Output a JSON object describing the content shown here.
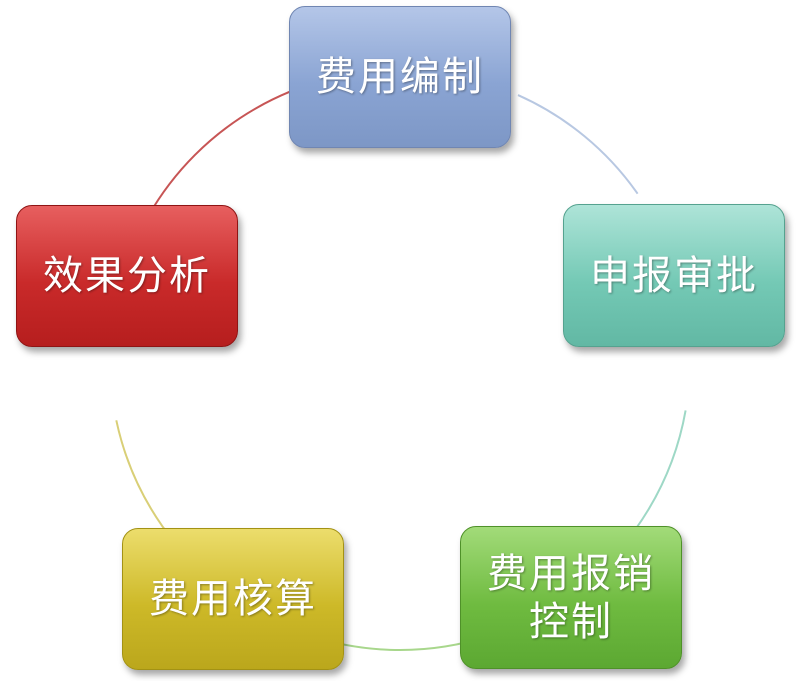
{
  "diagram": {
    "type": "cycle",
    "steps": [
      {
        "id": "step-1",
        "lines": [
          "费用编制"
        ],
        "color": "#8aa4d3",
        "connector_color": "#b8c8e2"
      },
      {
        "id": "step-2",
        "lines": [
          "申报审批"
        ],
        "color": "#74c9b5",
        "connector_color": "#9ed8c6"
      },
      {
        "id": "step-3",
        "lines": [
          "费用报销",
          "控制"
        ],
        "color": "#6fbb40",
        "connector_color": "#a8d78c"
      },
      {
        "id": "step-4",
        "lines": [
          "费用核算"
        ],
        "color": "#cdb928",
        "connector_color": "#d9cf77"
      },
      {
        "id": "step-5",
        "lines": [
          "效果分析"
        ],
        "color": "#c92a2a",
        "connector_color": "#c75555"
      }
    ]
  }
}
